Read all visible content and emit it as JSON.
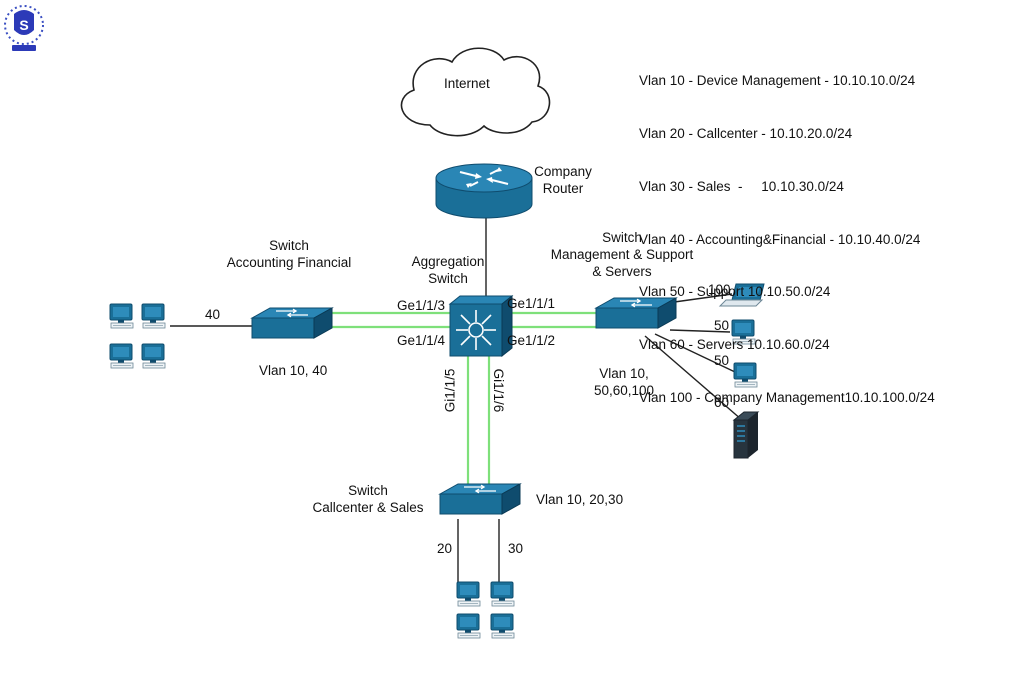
{
  "legend": [
    "Vlan 10 - Device Management - 10.10.10.0/24",
    "Vlan 20 - Callcenter - 10.10.20.0/24",
    "Vlan 30 - Sales  -     10.10.30.0/24",
    "Vlan 40 - Accounting&Financial - 10.10.40.0/24",
    "Vlan 50 - Support 10.10.50.0/24",
    "Vlan 60 - Servers 10.10.60.0/24",
    "Vlan 100 - Company Management10.10.100.0/24"
  ],
  "internet": "Internet",
  "router": {
    "line1": "Company",
    "line2": "Router"
  },
  "aggregation": {
    "line1": "Aggregation",
    "line2": "Switch"
  },
  "switch_accounting": {
    "line1": "Switch",
    "line2": "Accounting Financial",
    "vlans": "Vlan 10, 40",
    "port_label": "40"
  },
  "switch_mgmt": {
    "line1": "Switch",
    "line2": "Management & Support",
    "line3": "& Servers",
    "vlans1": "Vlan 10,",
    "vlans2": "50,60,100"
  },
  "switch_callcenter": {
    "line1": "Switch",
    "line2": "Callcenter & Sales",
    "vlans": "Vlan 10, 20,30"
  },
  "ports": {
    "p3": "Ge1/1/3",
    "p4": "Ge1/1/4",
    "p1": "Ge1/1/1",
    "p2": "Ge1/1/2",
    "p5": "Gi1/1/5",
    "p6": "Gi1/1/6"
  },
  "links": {
    "l100": "100",
    "l50a": "50",
    "l50b": "50",
    "l60": "60",
    "l20": "20",
    "l30": "30"
  },
  "colors": {
    "device_blue": "#1a6f98",
    "device_dark": "#0f4c6e",
    "link_green": "#7ee07a",
    "line": "#222222"
  }
}
